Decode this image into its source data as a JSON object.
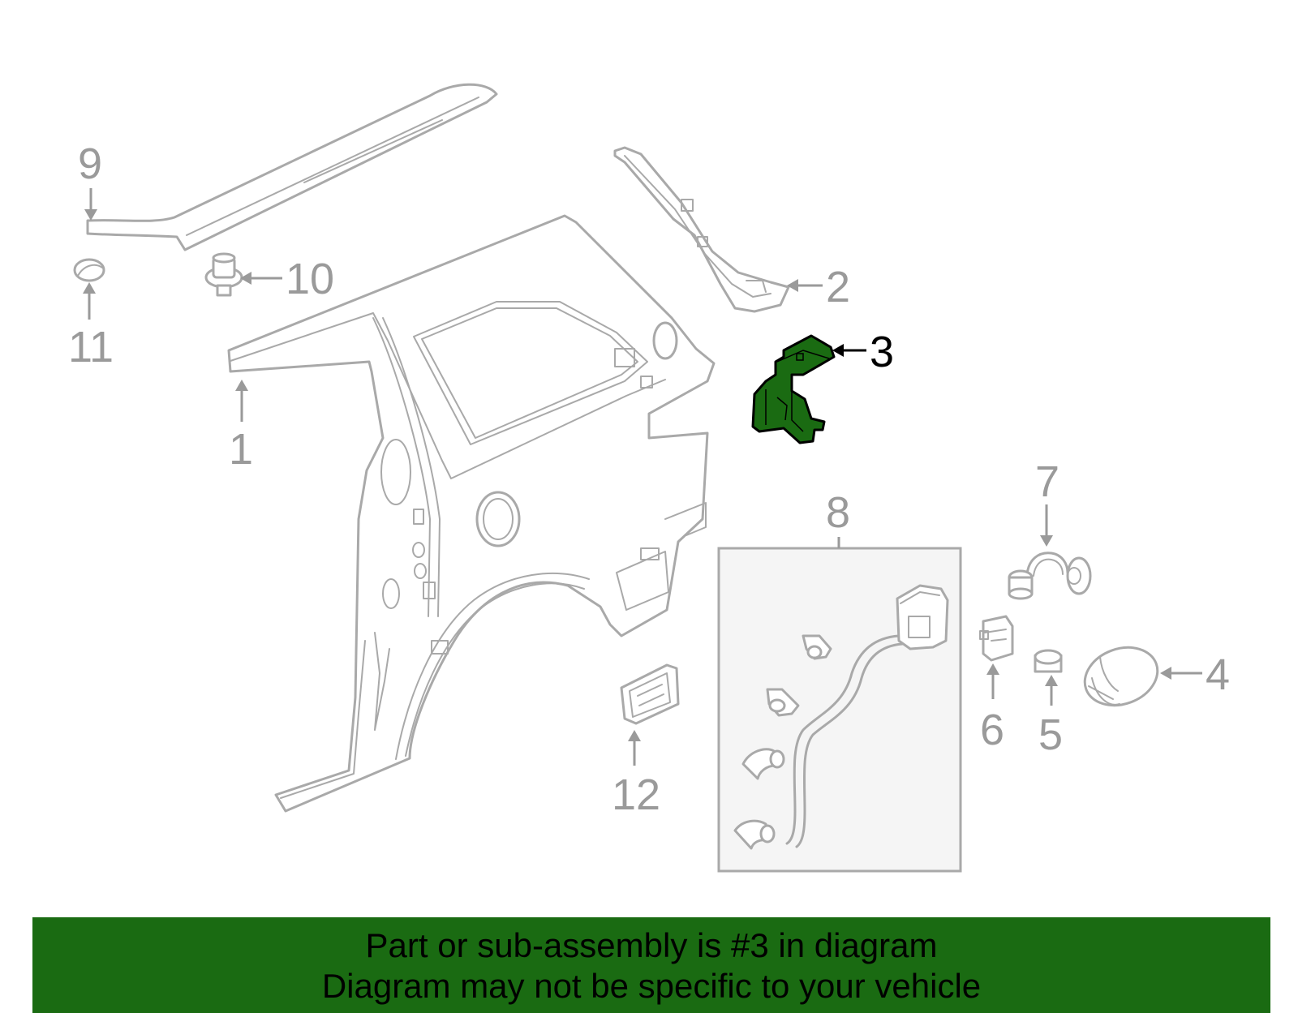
{
  "callouts": {
    "c1": "1",
    "c2": "2",
    "c3": "3",
    "c4": "4",
    "c5": "5",
    "c6": "6",
    "c7": "7",
    "c8": "8",
    "c9": "9",
    "c10": "10",
    "c11": "11",
    "c12": "12"
  },
  "highlighted_part": "3",
  "colors": {
    "highlight": "#1a6b12",
    "outline": "#a9a9a9",
    "inset_box": "#f5f5f5"
  },
  "banner": {
    "line1": "Part or sub-assembly is #3 in diagram",
    "line2": "Diagram may not be specific to your vehicle"
  }
}
